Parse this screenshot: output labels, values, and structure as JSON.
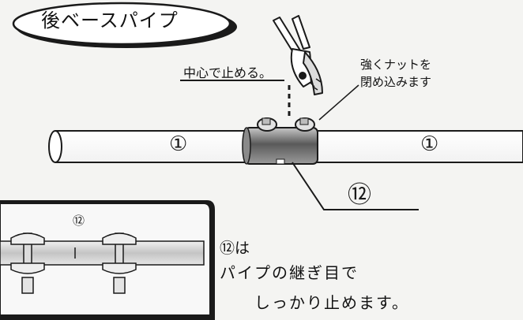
{
  "title": "後ベースパイプ",
  "labels": {
    "center_stop": "中心で止める。",
    "tighten_line1": "強くナットを",
    "tighten_line2": "閉め込みます"
  },
  "parts": {
    "pipe_left_number": "①",
    "pipe_right_number": "①",
    "joint_number": "⑫",
    "inset_number": "⑫"
  },
  "note": {
    "line1": "⑫は",
    "line2": "パイプの継ぎ目で",
    "line3": "しっかり止めます。"
  }
}
